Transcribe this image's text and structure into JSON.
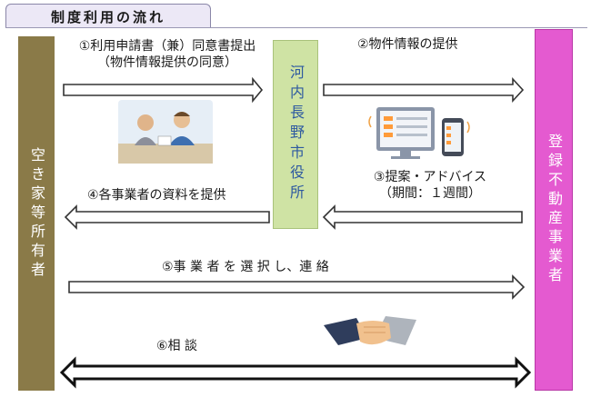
{
  "title": "制度利用の流れ",
  "parties": {
    "owner": "空き家等所有者",
    "city": "河内長野市役所",
    "agent": "登録不動産事業者"
  },
  "steps": {
    "s1_line1": "①利用申請書（兼）同意書提出",
    "s1_line2": "（物件情報提供の同意）",
    "s2": "②物件情報の提供",
    "s3_line1": "③提案・アドバイス",
    "s3_line2": "（期間：１週間）",
    "s4": "④各事業者の資料を提供",
    "s5": "⑤事 業 者 を 選 択 し、連 絡",
    "s6": "⑥相 談"
  },
  "icons": {
    "consultation": "consultation-illustration",
    "devices": "computer-phone-illustration",
    "handshake": "handshake-illustration"
  },
  "colors": {
    "owner": "#8a7a48",
    "city": "#cfe3a4",
    "city_text": "#2e5aa0",
    "agent": "#e45ad0",
    "title_bg": "#ece8f6"
  }
}
